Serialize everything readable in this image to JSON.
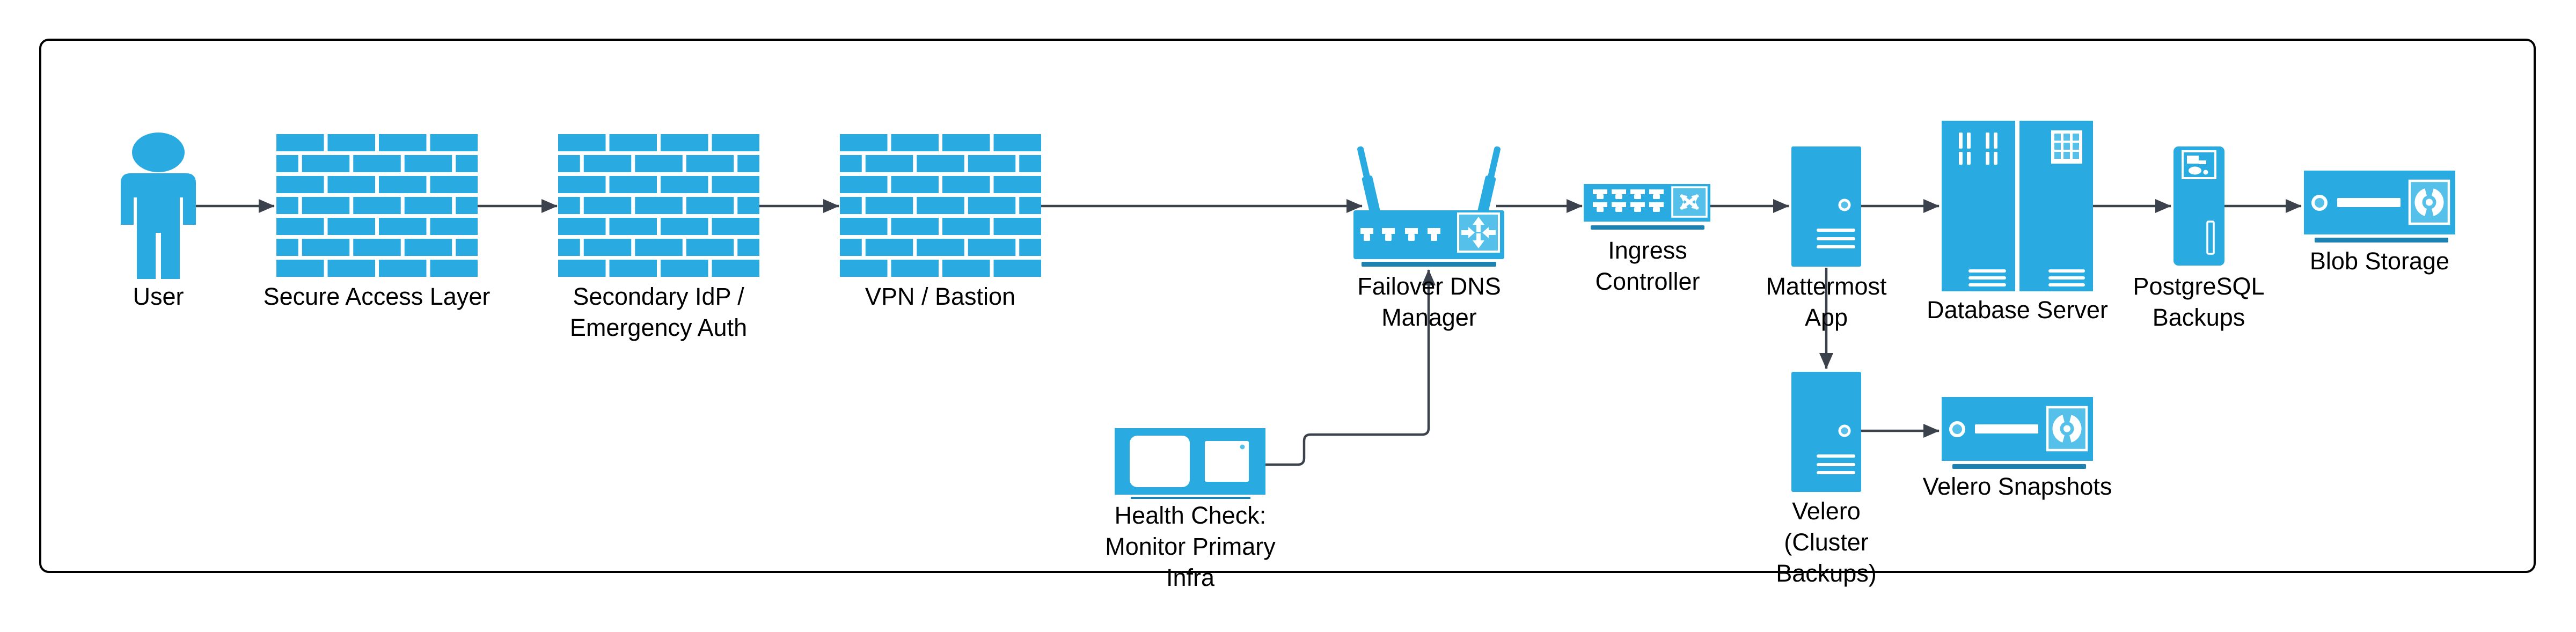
{
  "colors": {
    "accent": "#29ABE2",
    "accent_light": "#55C1EA",
    "accent_dark": "#1D81B2",
    "connector": "#3B424C",
    "border": "#000000",
    "text": "#000000",
    "background": "#FFFFFF"
  },
  "nodes": [
    {
      "id": "user",
      "icon": "user-icon",
      "label": "User",
      "label_lines": [
        "User"
      ]
    },
    {
      "id": "secure-access-layer",
      "icon": "firewall-icon",
      "label": "Secure Access Layer",
      "label_lines": [
        "Secure Access Layer"
      ]
    },
    {
      "id": "secondary-idp-emergency-auth",
      "icon": "firewall-icon",
      "label": "Secondary IdP / Emergency Auth",
      "label_lines": [
        "Secondary IdP /",
        "Emergency Auth"
      ]
    },
    {
      "id": "vpn-bastion",
      "icon": "firewall-icon",
      "label": "VPN / Bastion",
      "label_lines": [
        "VPN / Bastion"
      ]
    },
    {
      "id": "failover-dns-manager",
      "icon": "wireless-router-icon",
      "label": "Failover DNS Manager",
      "label_lines": [
        "Failover DNS",
        "Manager"
      ]
    },
    {
      "id": "ingress-controller",
      "icon": "network-switch-icon",
      "label": "Ingress Controller",
      "label_lines": [
        "Ingress",
        "Controller"
      ]
    },
    {
      "id": "mattermost-app",
      "icon": "server-tower-icon",
      "label": "Mattermost App",
      "label_lines": [
        "Mattermost",
        "App"
      ]
    },
    {
      "id": "database-server",
      "icon": "server-rack-icon",
      "label": "Database Server",
      "label_lines": [
        "Database Server"
      ]
    },
    {
      "id": "postgresql-backups",
      "icon": "backup-server-icon",
      "label": "PostgreSQL Backups",
      "label_lines": [
        "PostgreSQL",
        "Backups"
      ]
    },
    {
      "id": "blob-storage",
      "icon": "storage-appliance-icon",
      "label": "Blob Storage",
      "label_lines": [
        "Blob Storage"
      ]
    },
    {
      "id": "health-check",
      "icon": "health-monitor-icon",
      "label": "Health Check: Monitor Primary Infra",
      "label_lines": [
        "Health Check:",
        "Monitor Primary",
        "Infra"
      ]
    },
    {
      "id": "velero-cluster-backups",
      "icon": "server-tower-icon",
      "label": "Velero (Cluster Backups)",
      "label_lines": [
        "Velero",
        "(Cluster",
        "Backups)"
      ]
    },
    {
      "id": "velero-snapshots",
      "icon": "storage-appliance-icon",
      "label": "Velero Snapshots",
      "label_lines": [
        "Velero Snapshots"
      ]
    }
  ],
  "edges": [
    {
      "from": "user",
      "to": "secure-access-layer"
    },
    {
      "from": "secure-access-layer",
      "to": "secondary-idp-emergency-auth"
    },
    {
      "from": "secondary-idp-emergency-auth",
      "to": "vpn-bastion"
    },
    {
      "from": "vpn-bastion",
      "to": "failover-dns-manager"
    },
    {
      "from": "failover-dns-manager",
      "to": "ingress-controller"
    },
    {
      "from": "ingress-controller",
      "to": "mattermost-app"
    },
    {
      "from": "mattermost-app",
      "to": "database-server"
    },
    {
      "from": "database-server",
      "to": "postgresql-backups"
    },
    {
      "from": "postgresql-backups",
      "to": "blob-storage"
    },
    {
      "from": "mattermost-app",
      "to": "velero-cluster-backups"
    },
    {
      "from": "velero-cluster-backups",
      "to": "velero-snapshots"
    },
    {
      "from": "health-check",
      "to": "failover-dns-manager"
    }
  ]
}
